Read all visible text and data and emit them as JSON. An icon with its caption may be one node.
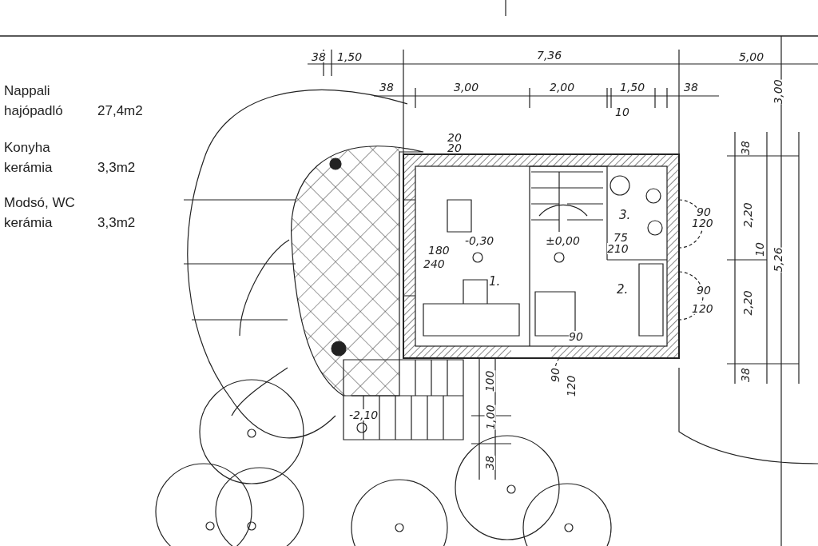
{
  "diagram": {
    "nodes": [
      {
        "text": [
          "1."
        ]
      },
      {
        "text": [
          "2."
        ]
      },
      {
        "text": [
          "3."
        ]
      }
    ],
    "labels": [
      "Nappali",
      "hajópadló",
      "27,4m2",
      "Konyha",
      "kerámia",
      "3,3m2",
      "Modsó, WC",
      "kerámia",
      "3,3m2",
      "38",
      "1,50",
      "7,36",
      "5,00",
      "38",
      "3,00",
      "2,00",
      "1,50",
      "38",
      "10",
      "3,00",
      "20",
      "20",
      "-0,30",
      "±0,00",
      "180",
      "240",
      "75",
      "210",
      "90",
      "120",
      "90",
      "120",
      "90",
      "90",
      "120",
      "38",
      "2,20",
      "10",
      "5,26",
      "2,20",
      "38",
      "100",
      "1,00",
      "38",
      "-2,10"
    ]
  }
}
